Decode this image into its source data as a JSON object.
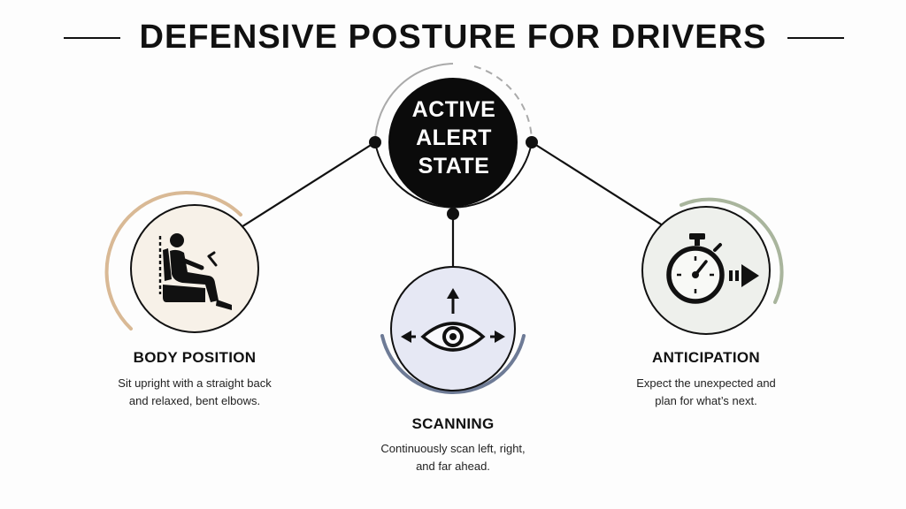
{
  "title": "DEFENSIVE POSTURE FOR DRIVERS",
  "center": {
    "lines": [
      "ACTIVE",
      "ALERT",
      "STATE"
    ]
  },
  "nodes": [
    {
      "id": "body-position",
      "label": "BODY POSITION",
      "desc_lines": [
        "Sit upright with a straight back",
        "and relaxed, bent elbows."
      ],
      "icon": "seated-driver-icon",
      "fill": "#f7f1e8",
      "arc_color": "#d9b995"
    },
    {
      "id": "scanning",
      "label": "SCANNING",
      "desc_lines": [
        "Continuously scan left, right,",
        "and far ahead."
      ],
      "icon": "eye-with-arrows-icon",
      "fill": "#e6e8f4",
      "arc_color": "#6e7b96"
    },
    {
      "id": "anticipation",
      "label": "ANTICIPATION",
      "desc_lines": [
        "Expect the unexpected and",
        "plan for what’s next."
      ],
      "icon": "stopwatch-arrow-icon",
      "fill": "#eef0ec",
      "arc_color": "#a9b59d"
    }
  ]
}
